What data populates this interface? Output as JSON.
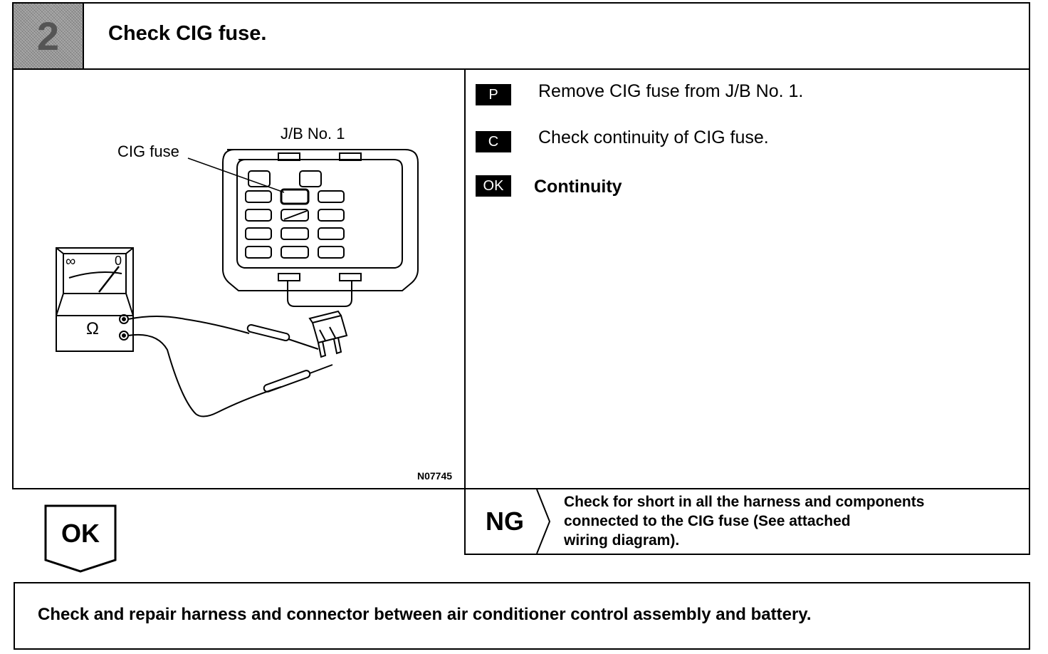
{
  "header": {
    "step_number": "2",
    "title": "Check CIG fuse."
  },
  "illustration": {
    "jb_label": "J/B No. 1",
    "fuse_label": "CIG fuse",
    "meter_infinity": "∞",
    "meter_zero": "0",
    "meter_ohm": "Ω",
    "figure_code": "N07745"
  },
  "instructions": [
    {
      "tag": "P",
      "text": "Remove CIG fuse from J/B No. 1."
    },
    {
      "tag": "C",
      "text": "Check continuity of CIG fuse."
    },
    {
      "tag": "OK",
      "text": "Continuity"
    }
  ],
  "ng": {
    "label": "NG",
    "lines": [
      "Check for short in all the harness and components",
      "connected to the CIG fuse (See attached",
      "wiring diagram)."
    ]
  },
  "ok": {
    "label": "OK"
  },
  "next_step": {
    "text": "Check and repair harness and connector between air conditioner control assembly and battery."
  }
}
